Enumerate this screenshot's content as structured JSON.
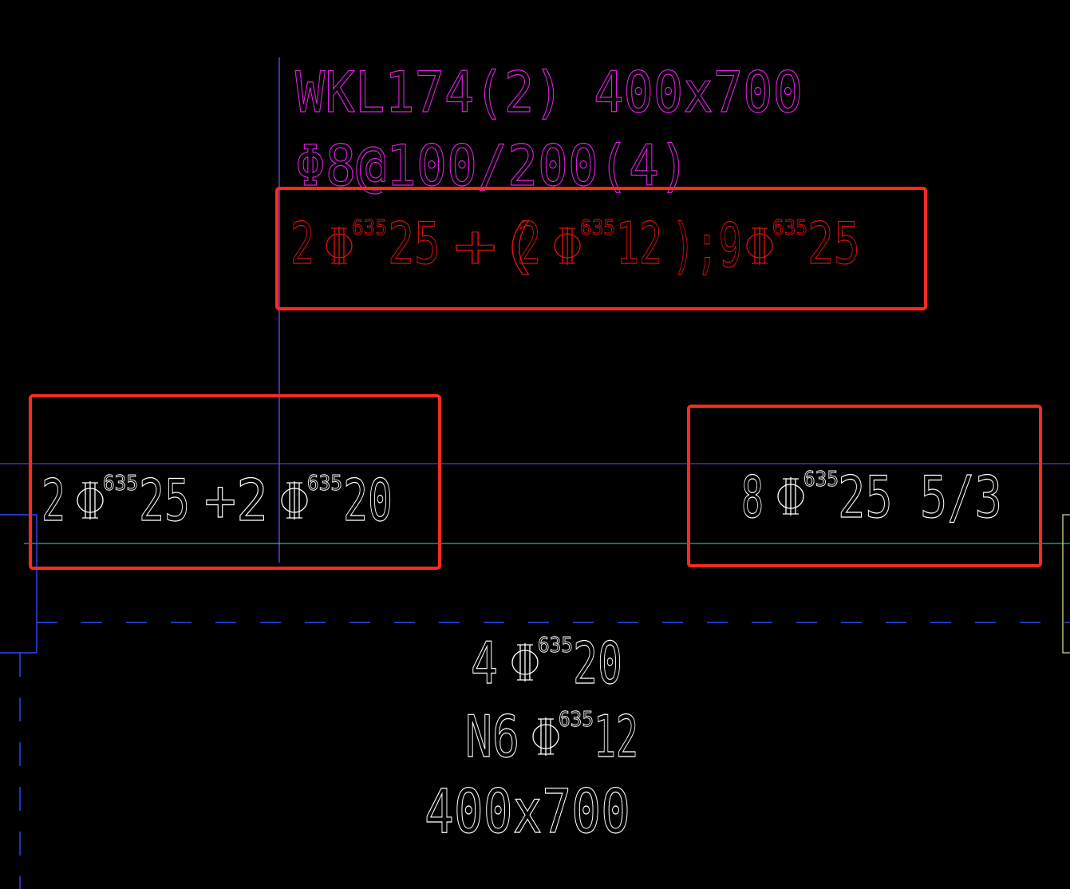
{
  "colors": {
    "background": "#000000",
    "magenta": "#e020e0",
    "red": "#e01010",
    "white": "#ffffff",
    "highlight_box": "#ff2a1f",
    "purple_line": "#8040ff",
    "cyan_line": "#20e0d0",
    "blue_dash": "#2a4cff",
    "yellow_edge": "#d8d880"
  },
  "beam_label": {
    "name": "WKL174(2) 400x700",
    "stirrup": "Φ8@100/200(4)",
    "longitudinal": {
      "n1": "2",
      "d1": "25",
      "plus": "+(",
      "n2": "2",
      "d2": "12",
      "sep": ");9",
      "d3": "25",
      "sup": "635"
    }
  },
  "support_left": {
    "n1": "2",
    "d1": "25",
    "plus": "+2",
    "d2": "20",
    "sup": "635"
  },
  "support_right": {
    "n1": "8",
    "d1": "25 5/3",
    "sup": "635"
  },
  "span_bottom": {
    "bottom_n": "4",
    "bottom_d": "20",
    "torsion_n": "N6",
    "torsion_d": "12",
    "section": "400x700",
    "sup": "635"
  }
}
